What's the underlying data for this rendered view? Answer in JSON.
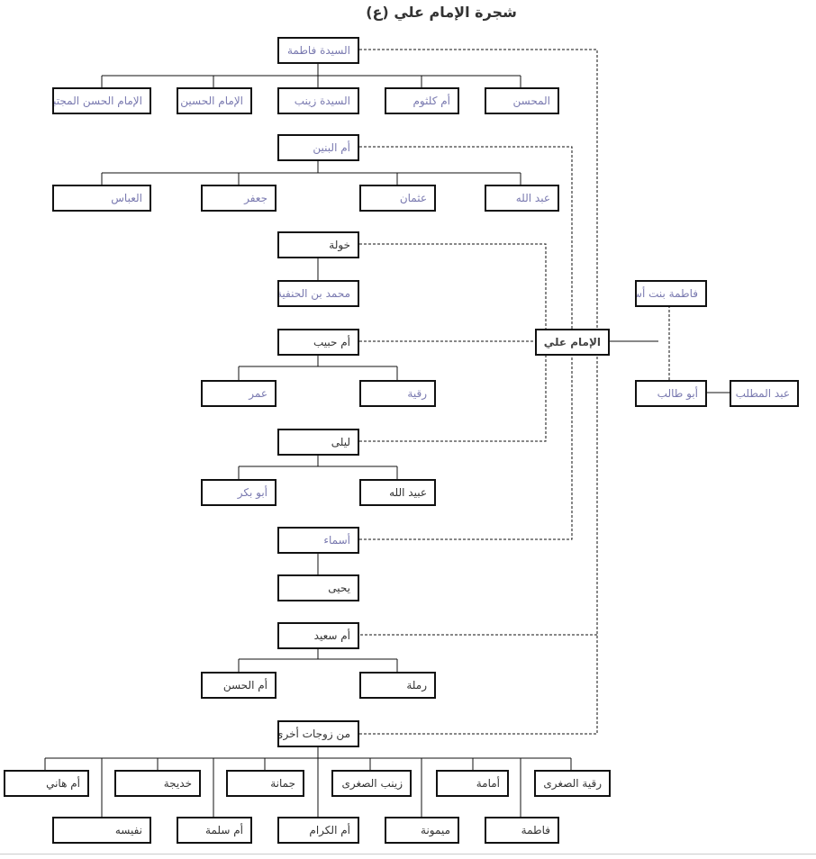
{
  "title": "شجرة الإمام علي (ع)",
  "colors": {
    "link_text": "#7a7ab0",
    "dark_text": "#333333",
    "border": "#111111"
  },
  "nodes": {
    "fatima_zahra": "السيدة فاطمة",
    "hasan": "الإمام الحسن المجتبى",
    "husayn": "الإمام الحسين",
    "zaynab": "السيدة زينب",
    "umm_kulthum": "أم كلثوم",
    "muhsin": "المحسن",
    "umm_albanin": "أم البنين",
    "abbas": "العباس",
    "jafar": "جعفر",
    "uthman": "عثمان",
    "abdullah": "عبد الله",
    "khawla": "خولة",
    "muhammad_hanafiyya": "محمد بن الحنفية",
    "umm_habib": "أم حبيب",
    "umar": "عمر",
    "ruqayya": "رقية",
    "layla": "ليلى",
    "abu_bakr": "أبو بكر",
    "ubaydullah": "عبيد الله",
    "asma": "أسماء",
    "yahya": "يحيى",
    "umm_said": "أم سعيد",
    "umm_alhasan": "أم الحسن",
    "ramla": "رملة",
    "other_wives": "من زوجات أخرى",
    "umm_hani": "أم هاني",
    "khadija": "خديجة",
    "jumana": "جمانة",
    "zaynab_sughra": "زينب الصغرى",
    "umama": "أمامة",
    "ruqayya_sughra": "رقية الصغرى",
    "nafisa": "نفيسه",
    "umm_salama": "أم سلمة",
    "umm_alkiram": "أم الكرام",
    "maymuna": "ميمونة",
    "fatima": "فاطمة",
    "imam_ali": "الإمام علي",
    "fatima_asad": "فاطمة بنت أسد",
    "abu_talib": "أبو طالب",
    "abd_almuttalib": "عبد المطلب"
  }
}
